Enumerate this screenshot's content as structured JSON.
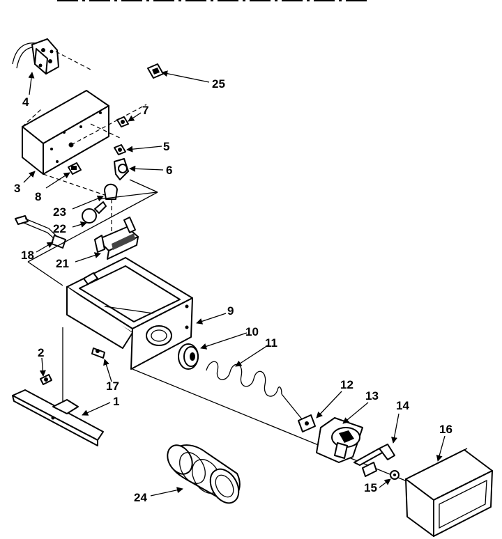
{
  "callouts": {
    "c1": "1",
    "c2": "2",
    "c3": "3",
    "c4": "4",
    "c5": "5",
    "c6": "6",
    "c7": "7",
    "c8": "8",
    "c9": "9",
    "c10": "10",
    "c11": "11",
    "c12": "12",
    "c13": "13",
    "c14": "14",
    "c15": "15",
    "c16": "16",
    "c17": "17",
    "c18": "18",
    "c21": "21",
    "c22": "22",
    "c23": "23",
    "c24": "24",
    "c25": "25"
  }
}
